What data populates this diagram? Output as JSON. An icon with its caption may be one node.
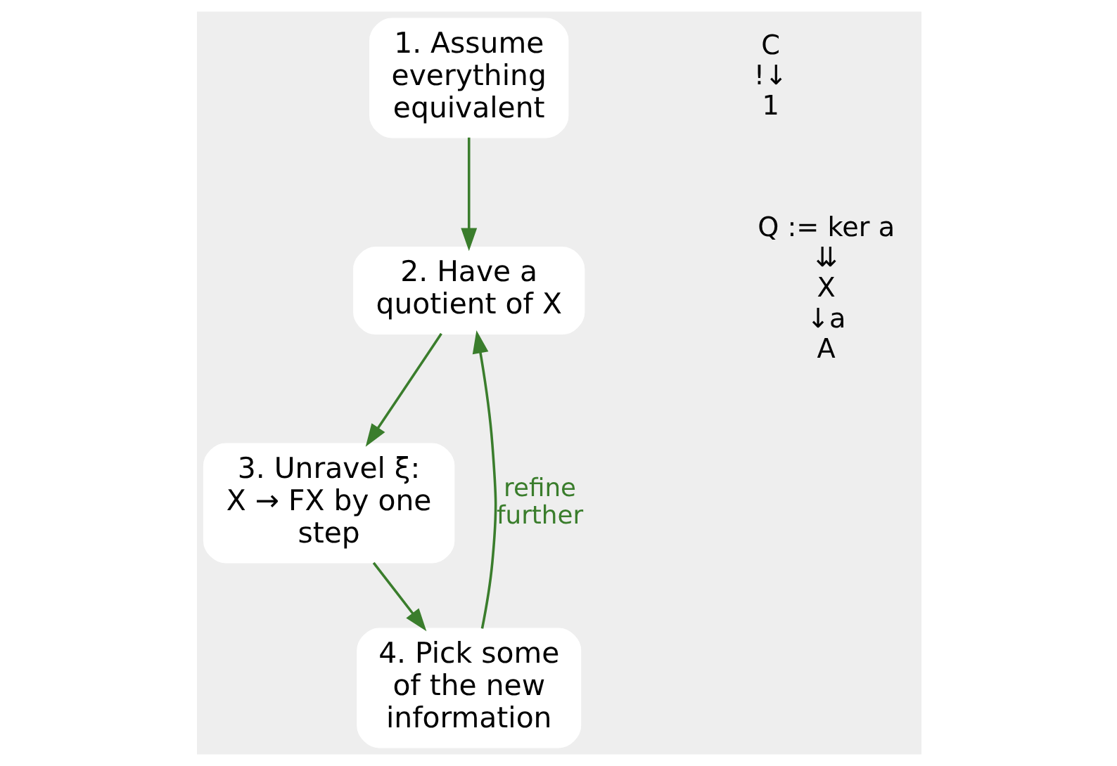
{
  "diagram": {
    "nodes": [
      {
        "text": [
          "1. Assume everything equivalent"
        ],
        "beside": [
          "C",
          "!↓",
          "1"
        ]
      },
      {
        "text": [
          "2. Have a quotient of X"
        ],
        "beside": [
          "Q := ker a",
          "⇊",
          "X",
          "↓a",
          "A"
        ]
      },
      {
        "text": [
          "3. Unravel ξ: X → FX by one step"
        ]
      },
      {
        "text": [
          "4. Pick some of the new information"
        ]
      }
    ],
    "edges": [
      {
        "from": 0,
        "to": 1,
        "arrow": "to"
      },
      {
        "from": 1,
        "to": 2,
        "arrow": "to"
      },
      {
        "from": 2,
        "to": 3,
        "arrow": "to"
      },
      {
        "from": 3,
        "to": 1,
        "arrow": "to",
        "label": "refine further"
      }
    ]
  }
}
